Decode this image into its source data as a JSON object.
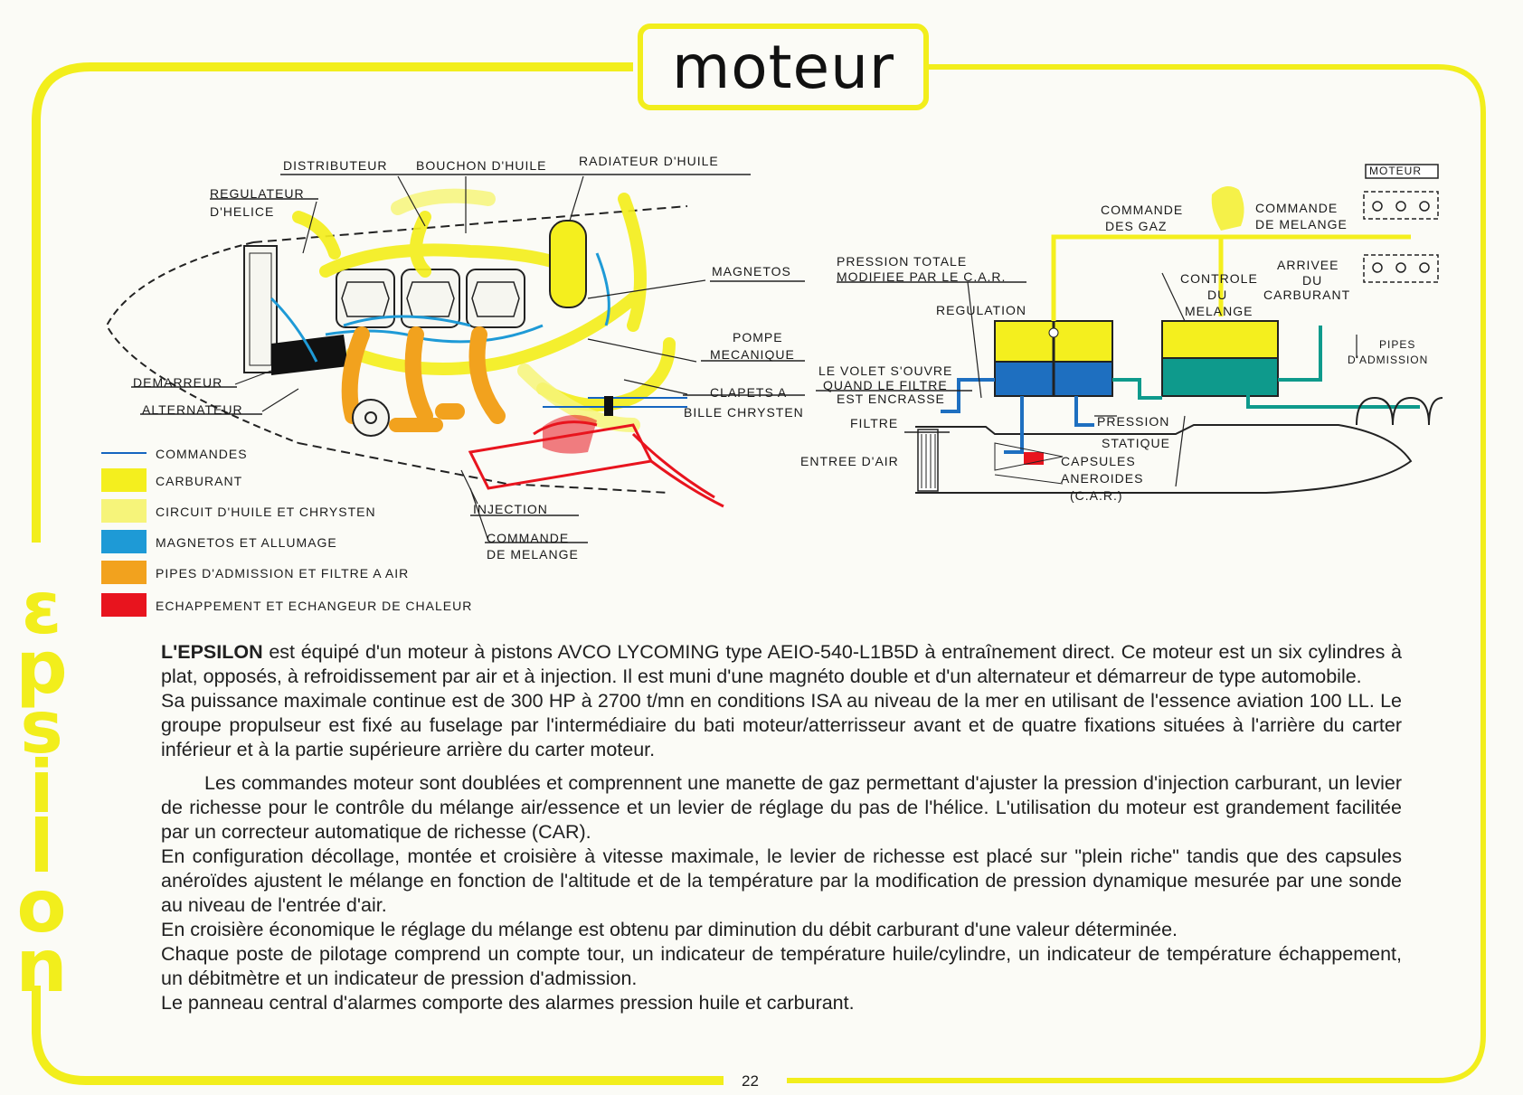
{
  "page": {
    "title": "moteur",
    "brand": [
      "ε",
      "p",
      "s",
      "i",
      "l",
      "o",
      "n"
    ],
    "page_number": "22"
  },
  "diagram_labels": {
    "distributeur": "DISTRIBUTEUR",
    "bouchon_huile": "BOUCHON D'HUILE",
    "radiateur_huile": "RADIATEUR D'HUILE",
    "regulateur_1": "REGULATEUR",
    "regulateur_2": "D'HELICE",
    "magnetos": "MAGNETOS",
    "pompe_1": "POMPE",
    "pompe_2": "MECANIQUE",
    "clapets": "CLAPETS A",
    "bille": "BILLE CHRYSTEN",
    "demarreur": "DEMARREUR",
    "alternateur": "ALTERNATEUR",
    "injection": "INJECTION",
    "commande_melange_1": "COMMANDE",
    "commande_melange_2": "DE MELANGE"
  },
  "legend": [
    {
      "label": "COMMANDES",
      "color": "#1565c0",
      "kind": "line"
    },
    {
      "label": "CARBURANT",
      "color": "#f4ef1e",
      "kind": "box"
    },
    {
      "label": "CIRCUIT D'HUILE ET CHRYSTEN",
      "color": "#f6f47a",
      "kind": "box"
    },
    {
      "label": "MAGNETOS ET ALLUMAGE",
      "color": "#1e9ad6",
      "kind": "box"
    },
    {
      "label": "PIPES D'ADMISSION ET FILTRE A AIR",
      "color": "#f2a21e",
      "kind": "box"
    },
    {
      "label": "ECHAPPEMENT ET ECHANGEUR DE CHALEUR",
      "color": "#e8141e",
      "kind": "box"
    }
  ],
  "car_diagram": {
    "pression_totale_1": "PRESSION TOTALE",
    "pression_totale_2": "MODIFIEE PAR LE C.A.R.",
    "regulation": "REGULATION",
    "volet_1": "LE VOLET S'OUVRE",
    "volet_2": "QUAND LE FILTRE",
    "volet_3": "EST ENCRASSE",
    "filtre": "FILTRE",
    "entree_air": "ENTREE D'AIR",
    "pression": "PRESSION",
    "statique": "STATIQUE",
    "capsules": "CAPSULES",
    "aneroides": "ANEROIDES",
    "car": "(C.A.R.)",
    "commande_gaz_1": "COMMANDE",
    "commande_gaz_2": "DES GAZ",
    "commande_mel_1": "COMMANDE",
    "commande_mel_2": "DE MELANGE",
    "controle_1": "CONTROLE",
    "controle_2": "DU",
    "controle_3": "MELANGE",
    "arrivee_1": "ARRIVEE",
    "arrivee_2": "DU",
    "arrivee_3": "CARBURANT",
    "moteur": "MOTEUR",
    "pipes_1": "PIPES",
    "pipes_2": "D'ADMISSION"
  },
  "body": {
    "p1_brand": "L'EPSILON",
    "p1": " est équipé d'un moteur à pistons AVCO LYCOMING type AEIO-540-L1B5D à entraînement direct. Ce moteur est un six cylindres à plat, opposés, à refroidissement par air et à injection. Il est muni d'une magnéto double et d'un alternateur et démarreur de type automobile.",
    "p2": "Sa puissance maximale continue est de 300 HP à 2700 t/mn en conditions ISA au niveau de la mer en utilisant de l'essence aviation 100 LL. Le groupe propulseur est fixé au fuselage par l'intermédiaire du bati moteur/atterrisseur avant et de quatre fixations situées à l'arrière du carter inférieur et à la partie supérieure arrière du carter moteur.",
    "p3": "Les commandes moteur sont doublées et comprennent une manette de gaz permettant d'ajuster la pression d'injection carburant, un levier de richesse pour le contrôle du mélange air/essence et un levier de réglage du pas de l'hélice. L'utilisation du moteur est grandement facilitée par un correcteur automatique de richesse (CAR).",
    "p4": "En configuration décollage, montée et croisière à vitesse maximale, le levier de richesse est placé sur \"plein riche\" tandis que des capsules anéroïdes ajustent le mélange en fonction de l'altitude et de la température par la modification de pression dynamique mesurée par une sonde au niveau de l'entrée d'air.",
    "p5": "En croisière économique le réglage du mélange est obtenu par diminution du débit carburant d'une valeur déterminée.",
    "p6": "Chaque poste de pilotage comprend un compte tour, un indicateur de température huile/cylindre, un indicateur de température échappement, un débitmètre et un indicateur de pression d'admission.",
    "p7": "Le panneau central d'alarmes comporte des alarmes pression huile et carburant."
  }
}
